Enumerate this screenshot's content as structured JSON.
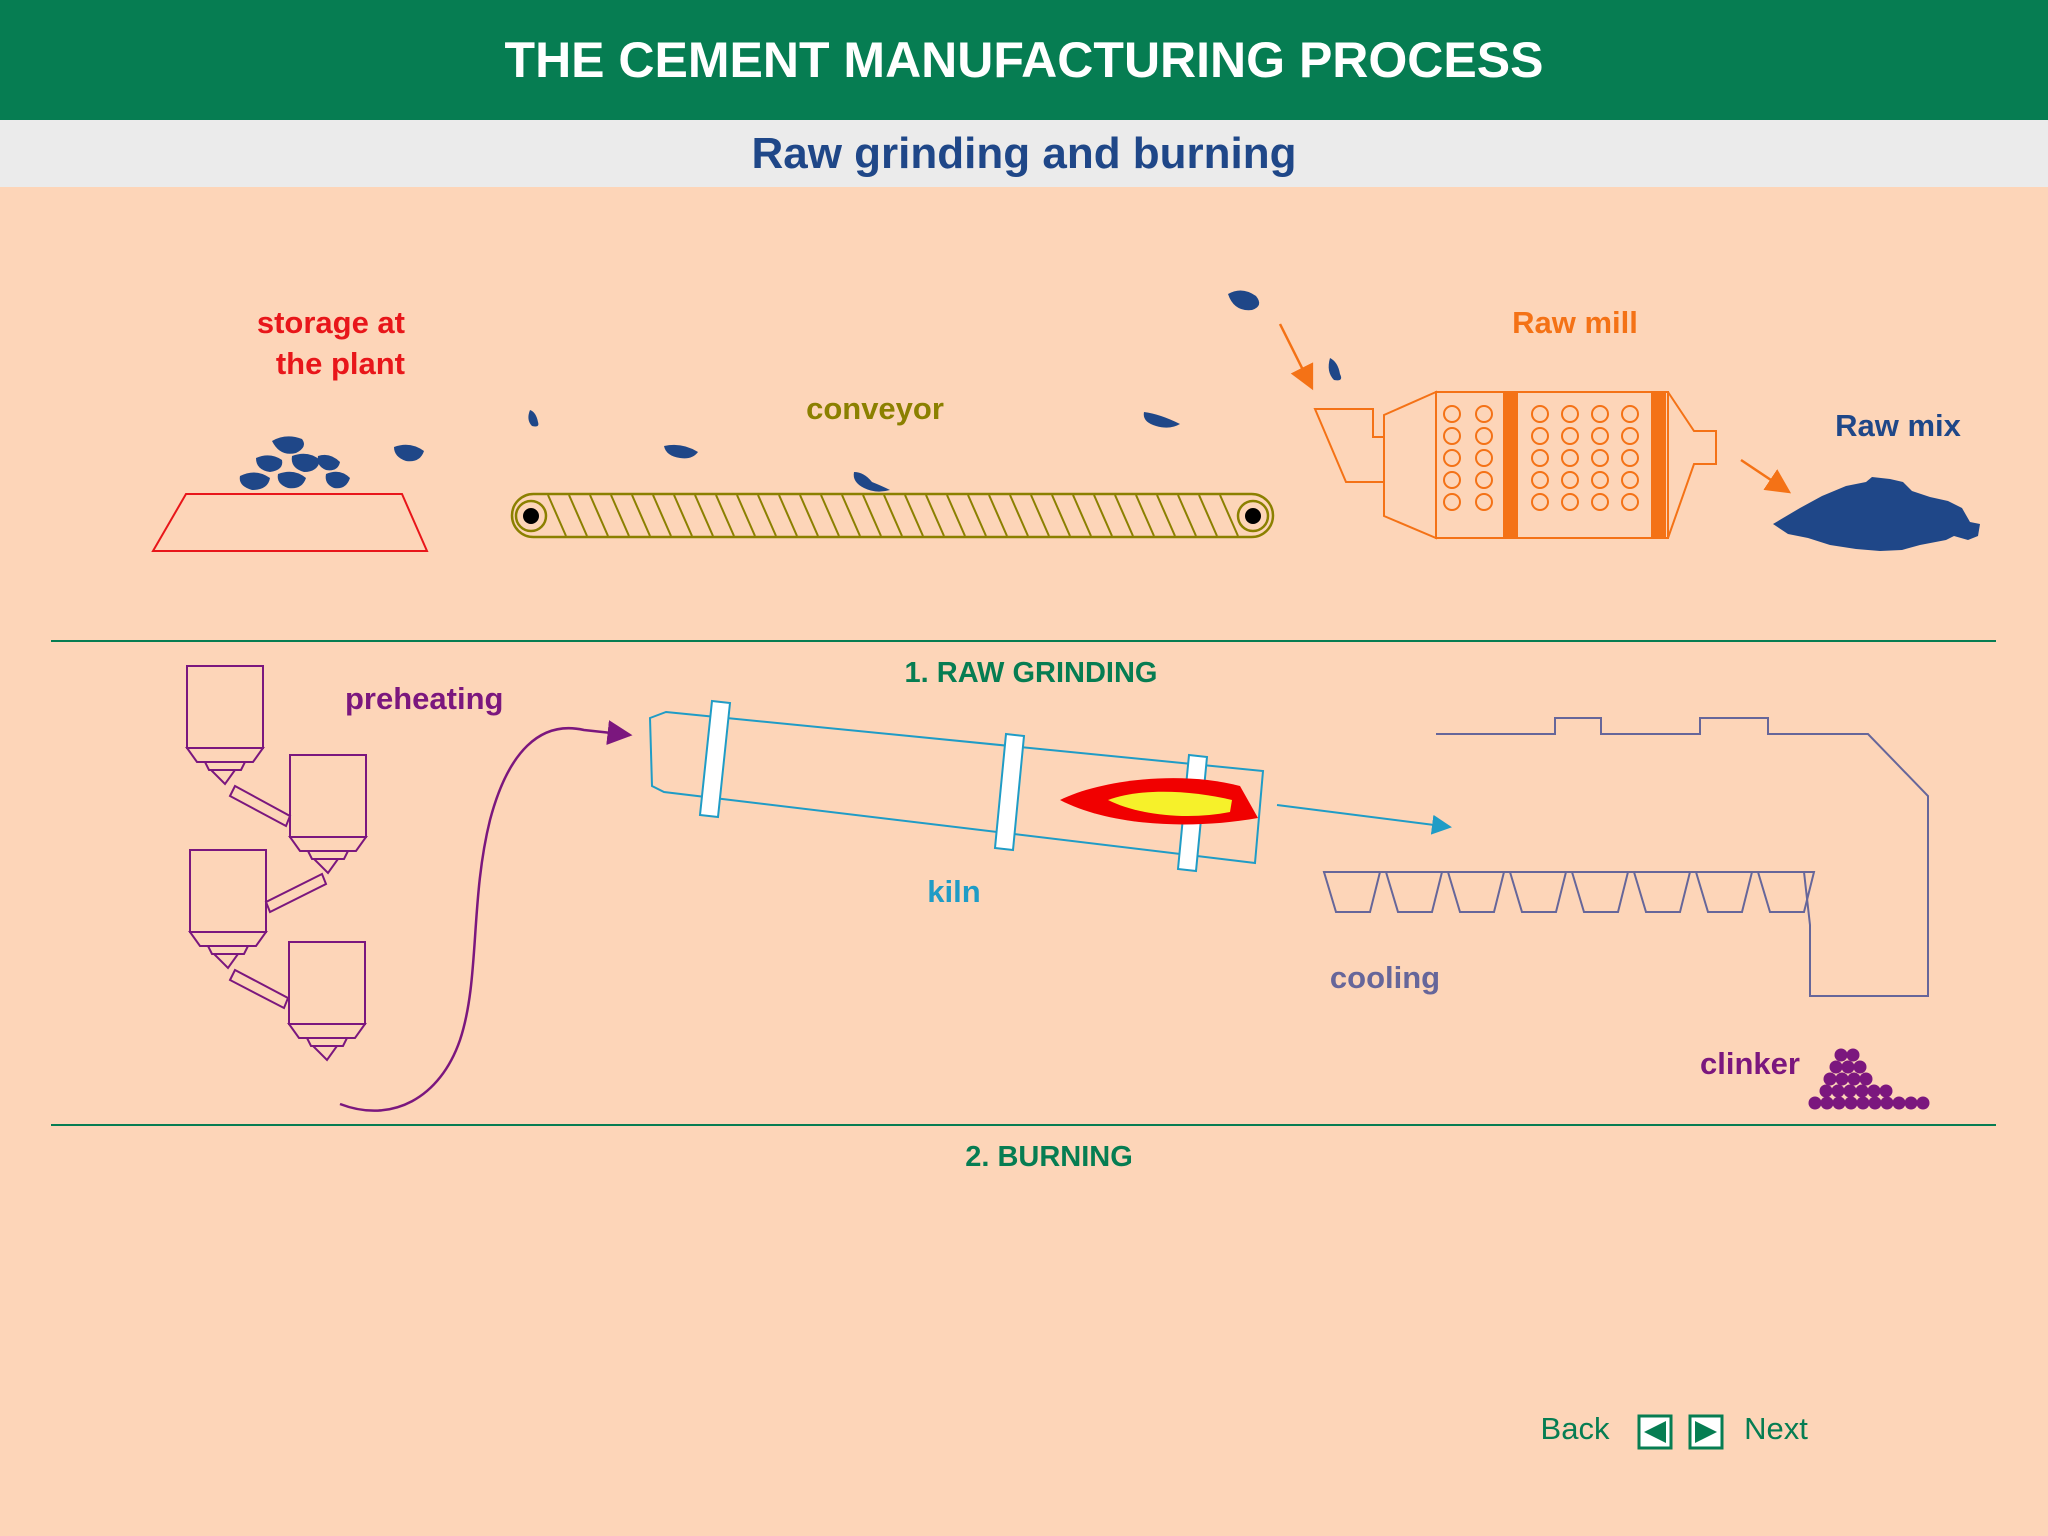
{
  "title": "THE CEMENT MANUFACTURING PROCESS",
  "subtitle": "Raw grinding and burning",
  "labels": {
    "storage_line1": "storage at",
    "storage_line2": "the plant",
    "conveyor": "conveyor",
    "raw_mill": "Raw mill",
    "raw_mix": "Raw mix",
    "section1": "1. RAW GRINDING",
    "preheating": "preheating",
    "kiln": "kiln",
    "cooling": "cooling",
    "clinker": "clinker",
    "section2": "2. BURNING"
  },
  "nav": {
    "back": "Back",
    "next": "Next"
  },
  "colors": {
    "title_bar": "#067d52",
    "subtitle_text": "#1f4788",
    "background": "#fdd5b8",
    "storage": "#e8161a",
    "conveyor": "#8b8000",
    "raw_mill": "#f47216",
    "raw_mix": "#1f4788",
    "section": "#067d52",
    "preheating": "#7b177e",
    "kiln": "#1f9cc6",
    "cooling": "#66669a",
    "clinker": "#7b177e"
  },
  "icons": {
    "back": "triangle-left-icon",
    "next": "triangle-right-icon"
  }
}
